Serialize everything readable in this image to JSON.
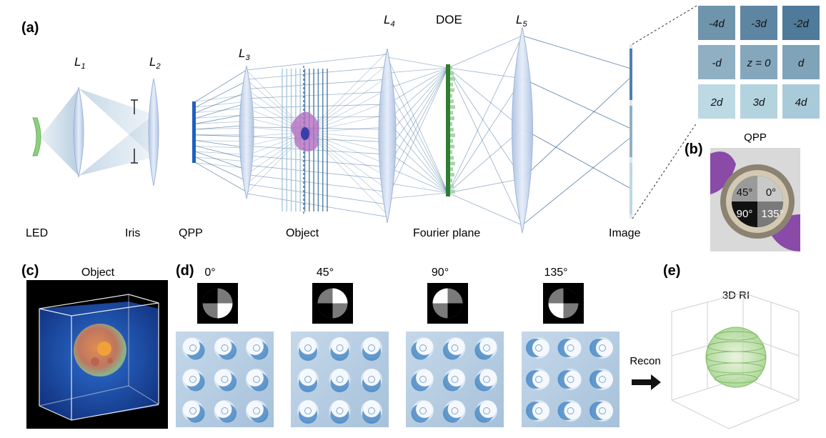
{
  "panels": {
    "a": "(a)",
    "b": "(b)",
    "c": "(c)",
    "d": "(d)",
    "e": "(e)"
  },
  "optics": {
    "lenses": {
      "l1": {
        "main": "L",
        "sub": "1"
      },
      "l2": {
        "main": "L",
        "sub": "2"
      },
      "l3": {
        "main": "L",
        "sub": "3"
      },
      "l4": {
        "main": "L",
        "sub": "4"
      },
      "l5": {
        "main": "L",
        "sub": "5"
      }
    },
    "doe": "DOE",
    "bottom_labels": {
      "led": "LED",
      "iris": "Iris",
      "qpp": "QPP",
      "object": "Object",
      "fourier": "Fourier plane",
      "image": "Image"
    }
  },
  "z_grid": {
    "cells": [
      "-4d",
      "-3d",
      "-2d",
      "-d",
      "z = 0",
      "d",
      "2d",
      "3d",
      "4d"
    ],
    "colors": [
      "#6f95ad",
      "#5e86a3",
      "#4f7a99",
      "#8fb0c3",
      "#85a7bb",
      "#7fa3b8",
      "#bcd9e4",
      "#b3d3df",
      "#a9cbd9"
    ]
  },
  "qpp_photo": {
    "title": "QPP",
    "quadrants": [
      "45°",
      "0°",
      "90°",
      "135°"
    ]
  },
  "object_panel": {
    "title": "Object"
  },
  "angles": [
    "0°",
    "45°",
    "90°",
    "135°"
  ],
  "recon": {
    "label": "Recon",
    "title": "3D RI"
  },
  "colors": {
    "ray": "#2d5f8f",
    "lens": "#c9d8ee",
    "doe": "#2e7d32",
    "qpp": "#1f5fbf",
    "led": "#8bd07a",
    "blue_bg": "#1a4fb0"
  }
}
